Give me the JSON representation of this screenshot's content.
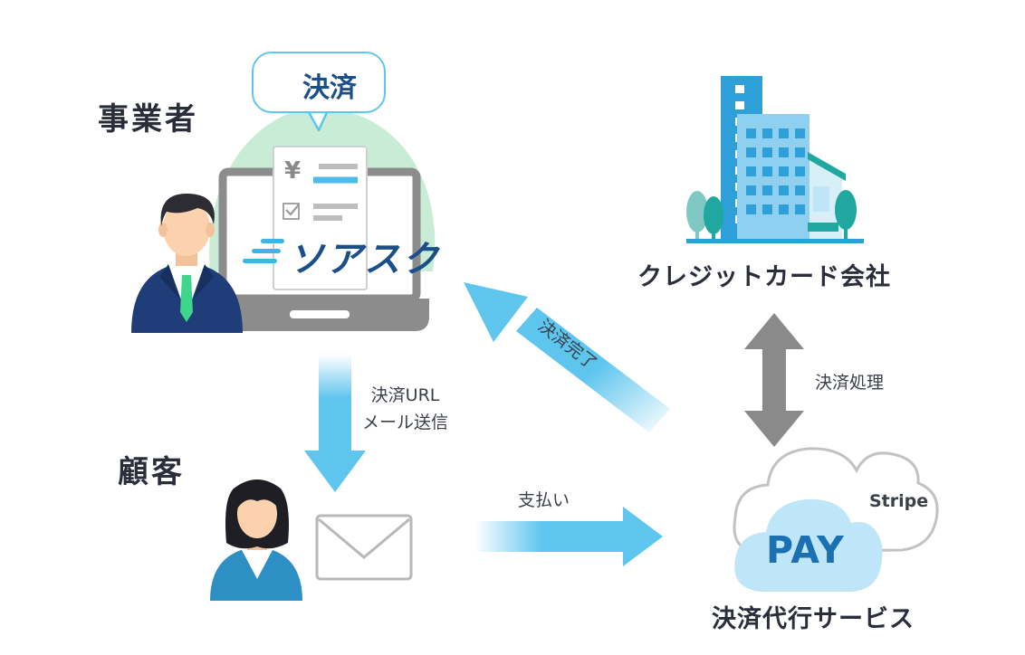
{
  "actors": {
    "business": "事業者",
    "customer": "顧客"
  },
  "bubble": {
    "label": "決済"
  },
  "app_logo": {
    "text": "ソアスク",
    "currency_symbol": "¥"
  },
  "nodes": {
    "credit_card_company": "クレジットカード会社",
    "payment_service": "決済代行サービス",
    "pay_cloud_text": "PAY",
    "stripe": "Stripe"
  },
  "flows": {
    "send_url_line1": "決済URL",
    "send_url_line2": "メール送信",
    "payment": "支払い",
    "payment_complete": "決済完了",
    "payment_processing": "決済処理"
  },
  "colors": {
    "arrow_blue": "#5ec5ee",
    "arrow_gray": "#8a8a8a",
    "building_blue": "#2e9fd8",
    "building_light": "#8fd0f0",
    "tree_teal": "#1fa7a0",
    "suit_navy": "#1f3d78",
    "cloud_light": "#bfe6f8",
    "logo_navy": "#1b4f8a",
    "bg_green": "#c8ecd6"
  }
}
